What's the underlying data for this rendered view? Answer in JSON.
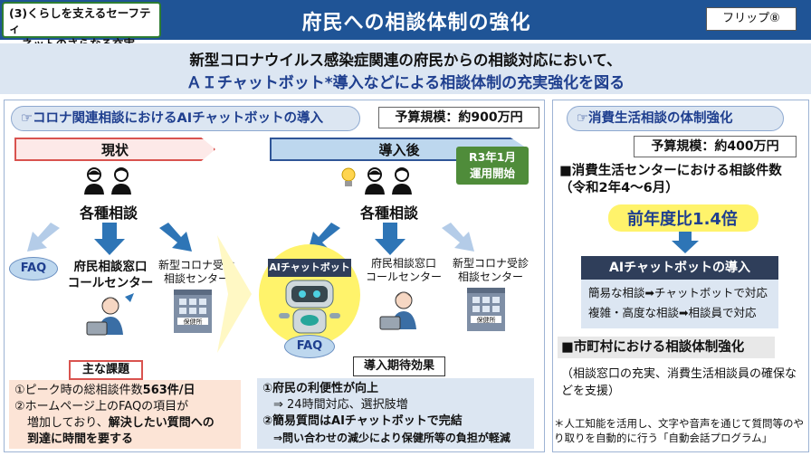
{
  "header": {
    "section_tag_line1": "(3)くらしを支えるセーフティ",
    "section_tag_line2": "ネットのさらなる充実",
    "title": "府民への相談体制の強化",
    "flip": "フリップ⑧"
  },
  "intro": {
    "line1": "新型コロナウイルス感染症関連の府民からの相談対応において、",
    "line2": "ＡＩチャットボット*導入などによる相談体制の充実強化を図る"
  },
  "left": {
    "title": "☞コロナ関連相談におけるAIチャットボットの導入",
    "budget": "予算規模：約900万円",
    "current_label": "現状",
    "after_label": "導入後",
    "badge_line1": "R3年1月",
    "badge_line2": "運用開始",
    "consult_label": "各種相談",
    "faq": "FAQ",
    "callcenter_line1": "府民相談窓口",
    "callcenter_line2": "コールセンター",
    "corona_center_line1": "新型コロナ受診",
    "corona_center_line2": "相談センター",
    "hoken": "保健所",
    "chatbot": "AIチャットボット",
    "issues_title": "主な課題",
    "issues": {
      "i1_pre": "①ピーク時の総相談件数",
      "i1_num": "563件/日",
      "i2_l1": "②ホームページ上のFAQの項目が",
      "i2_l2_pre": "増加しており、",
      "i2_l2_bold": "解決したい質問への",
      "i2_l3": "到達に時間を要する"
    },
    "effects_title": "導入期待効果",
    "effects": {
      "e1": "①府民の利便性が向上",
      "e1_sub": "⇒ 24時間対応、選択肢増",
      "e2": "②簡易質問はAIチャットボットで完結",
      "e2_sub": "⇒問い合わせの減少により保健所等の負担が軽減"
    }
  },
  "right": {
    "title": "☞消費生活相談の体制強化",
    "budget": "予算規模：約400万円",
    "count_title_l1": "■消費生活センターにおける相談件数",
    "count_title_l2": "（令和2年4～6月）",
    "ratio": "前年度比1.4倍",
    "ai_head": "AIチャットボットの導入",
    "ai_row1": "簡易な相談➡チャットボットで対応",
    "ai_row2": "複雑・高度な相談➡相談員で対応",
    "muni": "■市町村における相談体制強化",
    "muni_note": "（相談窓口の充実、消費生活相談員の確保などを支援）",
    "footnote": "＊人工知能を活用し、文字や音声を通じて質問等のやり取りを自動的に行う「自動会話プログラム」"
  },
  "colors": {
    "header_bg": "#1f5496",
    "accent_blue": "#2e75b6",
    "band_blue": "#dce6f2",
    "issue_bg": "#fce4d6",
    "badge_green": "#4f8c3a",
    "highlight_yellow": "#fff36b"
  },
  "icons": [
    "person-icon",
    "hand-point-icon",
    "arrow-down-icon",
    "building-icon",
    "robot-icon",
    "operator-icon",
    "lightbulb-icon"
  ]
}
